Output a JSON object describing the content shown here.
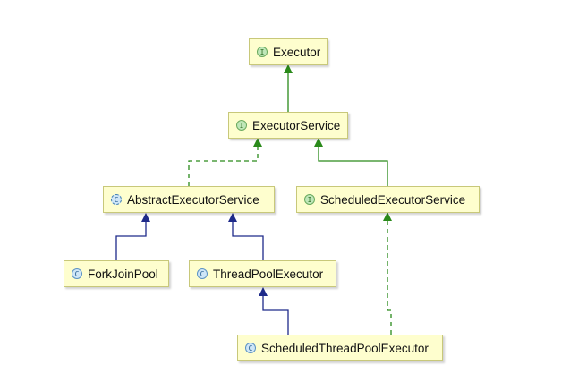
{
  "colors": {
    "extends_interface": "#2a8a1a",
    "extends_class": "#1e2a8a",
    "node_fill": "#fefece"
  },
  "nodes": {
    "executor": {
      "label": "Executor",
      "kind": "interface",
      "badge": "I"
    },
    "executor_service": {
      "label": "ExecutorService",
      "kind": "interface",
      "badge": "I"
    },
    "abstract_executor_service": {
      "label": "AbstractExecutorService",
      "kind": "abstract-class",
      "badge": "C"
    },
    "scheduled_executor_service": {
      "label": "ScheduledExecutorService",
      "kind": "interface",
      "badge": "I"
    },
    "fork_join_pool": {
      "label": "ForkJoinPool",
      "kind": "class",
      "badge": "C"
    },
    "thread_pool_executor": {
      "label": "ThreadPoolExecutor",
      "kind": "class",
      "badge": "C"
    },
    "scheduled_thread_pool_executor": {
      "label": "ScheduledThreadPoolExecutor",
      "kind": "class",
      "badge": "C"
    }
  },
  "edges": [
    {
      "from": "executor_service",
      "to": "executor",
      "relation": "extends",
      "style": "solid-green"
    },
    {
      "from": "abstract_executor_service",
      "to": "executor_service",
      "relation": "implements",
      "style": "dashed-green"
    },
    {
      "from": "scheduled_executor_service",
      "to": "executor_service",
      "relation": "extends",
      "style": "solid-green"
    },
    {
      "from": "fork_join_pool",
      "to": "abstract_executor_service",
      "relation": "extends",
      "style": "solid-blue"
    },
    {
      "from": "thread_pool_executor",
      "to": "abstract_executor_service",
      "relation": "extends",
      "style": "solid-blue"
    },
    {
      "from": "scheduled_thread_pool_executor",
      "to": "thread_pool_executor",
      "relation": "extends",
      "style": "solid-blue"
    },
    {
      "from": "scheduled_thread_pool_executor",
      "to": "scheduled_executor_service",
      "relation": "implements",
      "style": "dashed-green"
    }
  ]
}
